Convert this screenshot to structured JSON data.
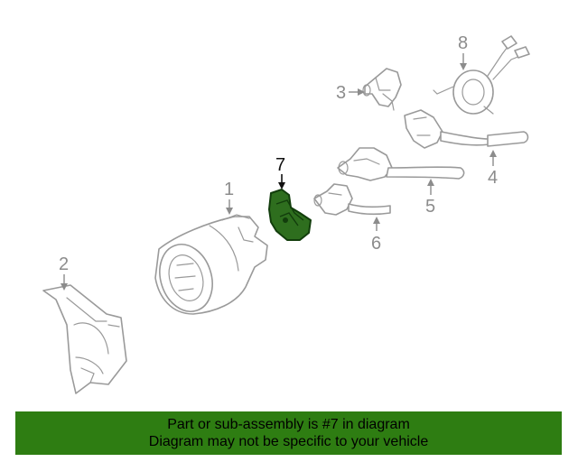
{
  "colors": {
    "highlight_fill": "#2e6e1e",
    "highlight_stroke": "#123d0c",
    "caption_bg": "#2e7d12",
    "part_stroke": "#9a9a9a",
    "callout_text": "#8c8c8c"
  },
  "callouts": {
    "c1": "1",
    "c2": "2",
    "c3": "3",
    "c4": "4",
    "c5": "5",
    "c6": "6",
    "c7": "7",
    "c8": "8"
  },
  "highlighted_part": "7",
  "caption": {
    "line1": "Part or sub-assembly is #7 in diagram",
    "line2": "Diagram may not be specific to your vehicle"
  }
}
